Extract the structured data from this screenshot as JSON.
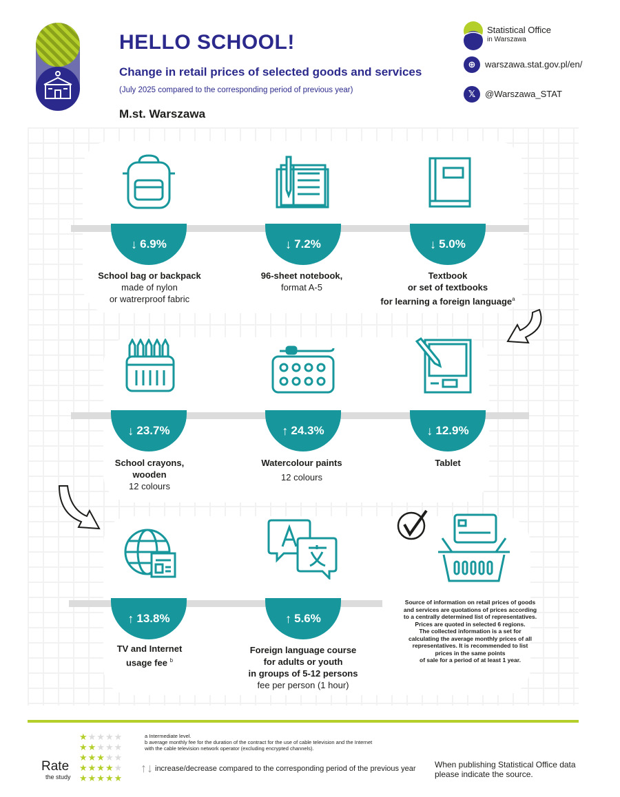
{
  "header": {
    "title": "HELLO SCHOOL!",
    "subtitle": "Change in retail prices of selected goods and services",
    "period": "(July 2025 compared to the corresponding period of previous year)",
    "region": "M.st. Warszawa"
  },
  "brand": {
    "name_line1": "Statistical Office",
    "name_line2": "in Warszawa",
    "website": "warszawa.stat.gov.pl/en/",
    "twitter": "@Warszawa_STAT"
  },
  "colors": {
    "navy": "#2b2a8c",
    "teal": "#17979c",
    "lime": "#b5cf2a",
    "shelf": "#dcdcdc"
  },
  "items": [
    {
      "icon": "backpack-icon",
      "direction": "decrease",
      "change": "6.9%",
      "bold": "School bag or backpack",
      "line2": "made of nylon",
      "line3": "or watrerproof fabric"
    },
    {
      "icon": "notebook-icon",
      "direction": "decrease",
      "change": "7.2%",
      "bold": "96-sheet notebook,",
      "line2": "format A-5"
    },
    {
      "icon": "textbook-icon",
      "direction": "decrease",
      "change": "5.0%",
      "bold": "Textbook",
      "bold2": "or set of textbooks",
      "bold3": "for learning a foreign language",
      "sup": "a"
    },
    {
      "icon": "crayons-icon",
      "direction": "decrease",
      "change": "23.7%",
      "bold": "School crayons,",
      "bold2": "wooden",
      "line2": "12 colours"
    },
    {
      "icon": "paints-icon",
      "direction": "increase",
      "change": "24.3%",
      "bold": "Watercolour paints",
      "line2": "12 colours"
    },
    {
      "icon": "tablet-icon",
      "direction": "decrease",
      "change": "12.9%",
      "bold": "Tablet"
    },
    {
      "icon": "globe-icon",
      "direction": "increase",
      "change": "13.8%",
      "bold": "TV and Internet",
      "bold2": "usage fee",
      "sup": "b"
    },
    {
      "icon": "language-icon",
      "direction": "increase",
      "change": "5.6%",
      "bold": "Foreign language course",
      "bold2": "for adults or youth",
      "bold3": "in groups of 5-12 persons",
      "line2": "fee per person (1 hour)"
    }
  ],
  "source_note": [
    "Source of information on retail prices of goods",
    "and services are quotations of prices according",
    "to a centrally determined list of representatives.",
    "Prices are quoted in selected 6 regions.",
    "The collected information is a set for",
    "calculating the average monthly prices of all",
    "representatives. It is recommended to list",
    "prices in the same points",
    "of sale for a period of at least 1 year."
  ],
  "footer": {
    "note_a": "a Intermediate level.",
    "note_b1": "b average monthly fee for the duration of the contract for the use of cable television and the Internet",
    "note_b2": "with the cable television network operator (excluding encrypted channels).",
    "legend": "increase/decrease compared to the corresponding period of the previous year",
    "rate": "Rate",
    "rate_sub": "the study",
    "publish1": "When publishing Statistical Office data",
    "publish2": "please indicate the source."
  }
}
